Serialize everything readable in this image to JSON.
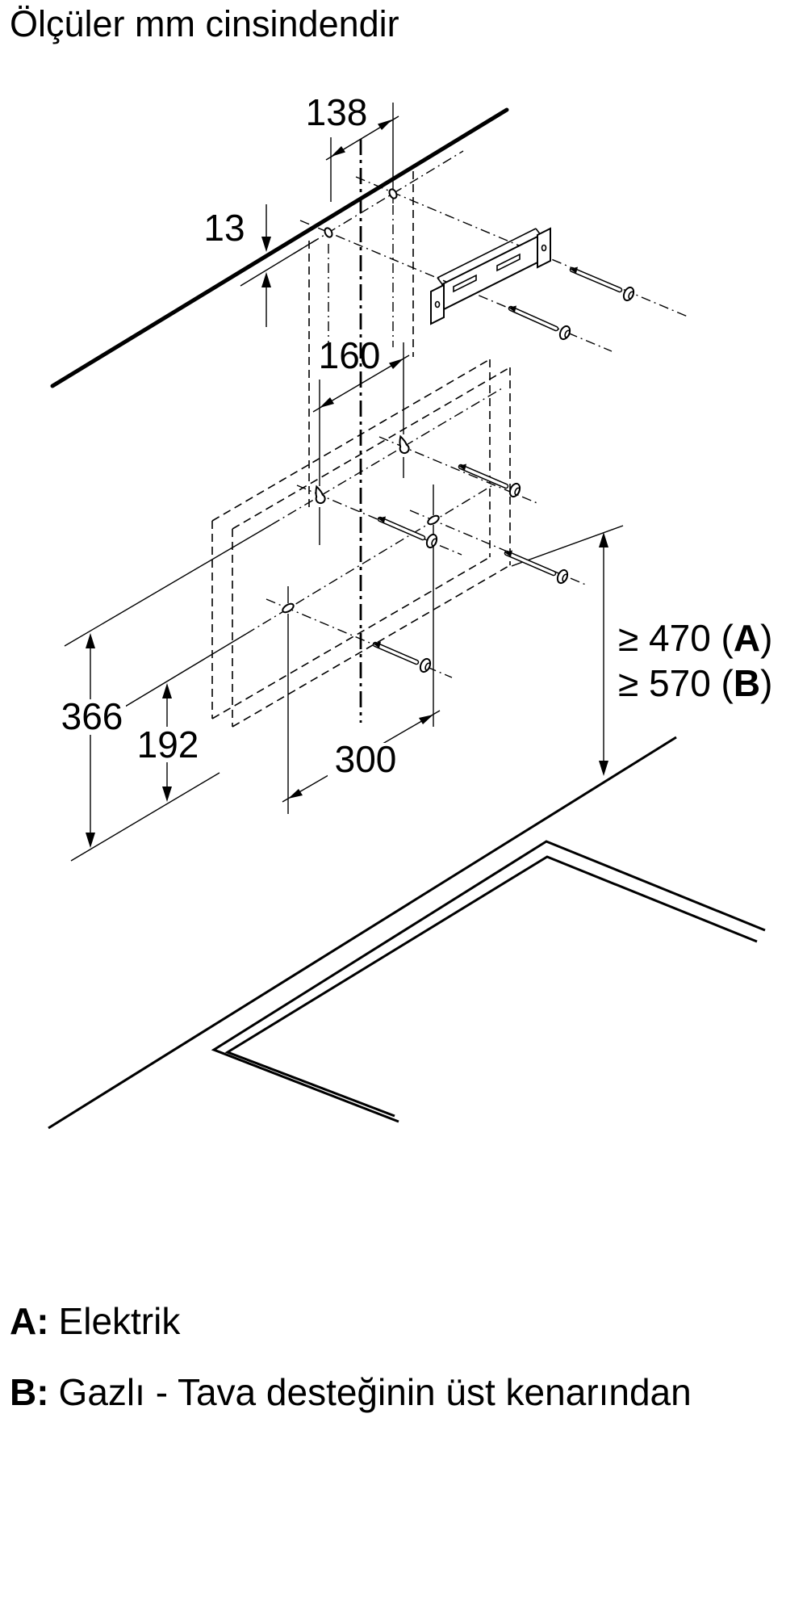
{
  "title": "Ölçüler mm cinsindendir",
  "diagram": {
    "unit": "mm",
    "dimensions": {
      "wall_bracket_hole_spacing": "138",
      "wall_line_offset": "13",
      "keyhole_spacing": "160",
      "plate_total_height": "366",
      "lower_row_offset": "192",
      "lower_hole_spacing": "300",
      "min_clearance_electric": {
        "prefix": "≥ 470 (",
        "letter": "A",
        "suffix": ")"
      },
      "min_clearance_gas": {
        "prefix": "≥ 570 (",
        "letter": "B",
        "suffix": ")"
      }
    },
    "colors": {
      "line": "#000000",
      "background": "#ffffff"
    }
  },
  "legend": {
    "a": {
      "label": "A:",
      "text": "Elektrik"
    },
    "b": {
      "label": "B:",
      "text": "Gazlı - Tava desteğinin üst kenarından"
    }
  }
}
